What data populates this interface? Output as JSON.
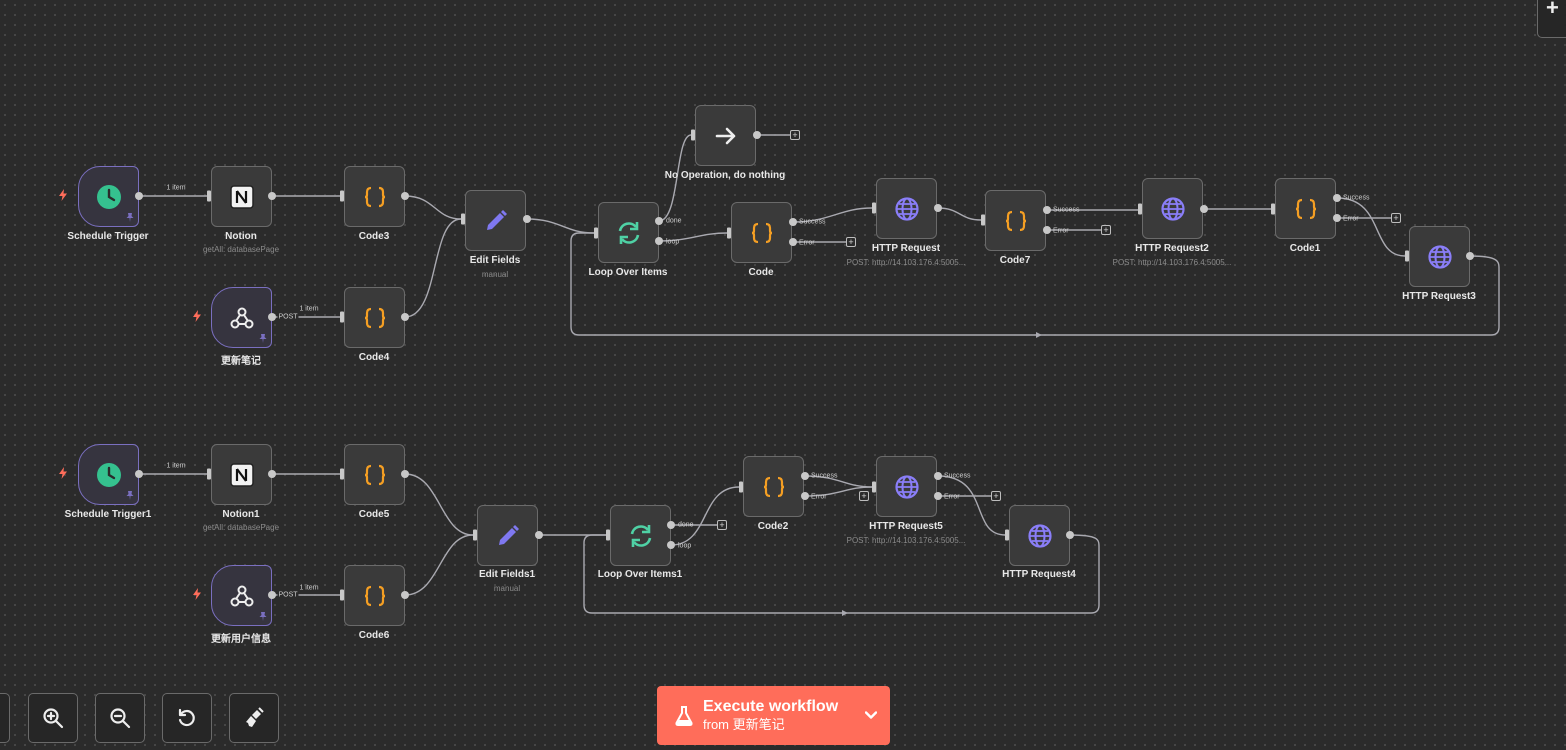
{
  "canvas": {
    "nodes": {
      "schedule_trigger": {
        "label": "Schedule Trigger"
      },
      "notion": {
        "label": "Notion",
        "sub": "getAll: databasePage"
      },
      "code3": {
        "label": "Code3"
      },
      "webhook_update_note": {
        "label": "更新笔记"
      },
      "code4": {
        "label": "Code4"
      },
      "edit_fields": {
        "label": "Edit Fields",
        "sub": "manual"
      },
      "loop_over_items": {
        "label": "Loop Over Items"
      },
      "no_op": {
        "label": "No Operation, do nothing"
      },
      "code": {
        "label": "Code"
      },
      "http_request": {
        "label": "HTTP Request",
        "sub": "POST: http://14.103.176.4:5005..."
      },
      "code7": {
        "label": "Code7"
      },
      "http_request2": {
        "label": "HTTP Request2",
        "sub": "POST: http://14.103.176.4:5005..."
      },
      "code1": {
        "label": "Code1"
      },
      "http_request3": {
        "label": "HTTP Request3"
      },
      "schedule_trigger1": {
        "label": "Schedule Trigger1"
      },
      "notion1": {
        "label": "Notion1",
        "sub": "getAll: databasePage"
      },
      "code5": {
        "label": "Code5"
      },
      "webhook_update_user": {
        "label": "更新用户信息"
      },
      "code6": {
        "label": "Code6"
      },
      "edit_fields1": {
        "label": "Edit Fields1",
        "sub": "manual"
      },
      "loop_over_items1": {
        "label": "Loop Over Items1"
      },
      "code2": {
        "label": "Code2"
      },
      "http_request5": {
        "label": "HTTP Request5",
        "sub": "POST: http://14.103.176.4:5005..."
      },
      "http_request4": {
        "label": "HTTP Request4"
      }
    },
    "edge_labels": {
      "item_count": "1 item",
      "method_post": "POST",
      "done": "done",
      "loop": "loop",
      "success": "Success",
      "error": "Error"
    },
    "add_symbol": "+"
  },
  "toolbar": {
    "buttons": [
      "fit-view",
      "zoom-in",
      "zoom-out",
      "reset-zoom",
      "tidy-up"
    ],
    "execute_title": "Execute workflow",
    "execute_subtitle": "from 更新笔记"
  },
  "corner_button_symbol": "+",
  "colors": {
    "background": "#2b2b2b",
    "node_bg": "#3a3a3a",
    "trigger_border": "#7a6fc0",
    "schedule_icon": "#35c18f",
    "code_icon": "#f59f23",
    "http_icon": "#8a7ef8",
    "edit_icon": "#7f78f0",
    "loop_icon": "#4fd1a5",
    "execute_button": "#ff6d5a",
    "bolt": "#ff6d5a"
  }
}
